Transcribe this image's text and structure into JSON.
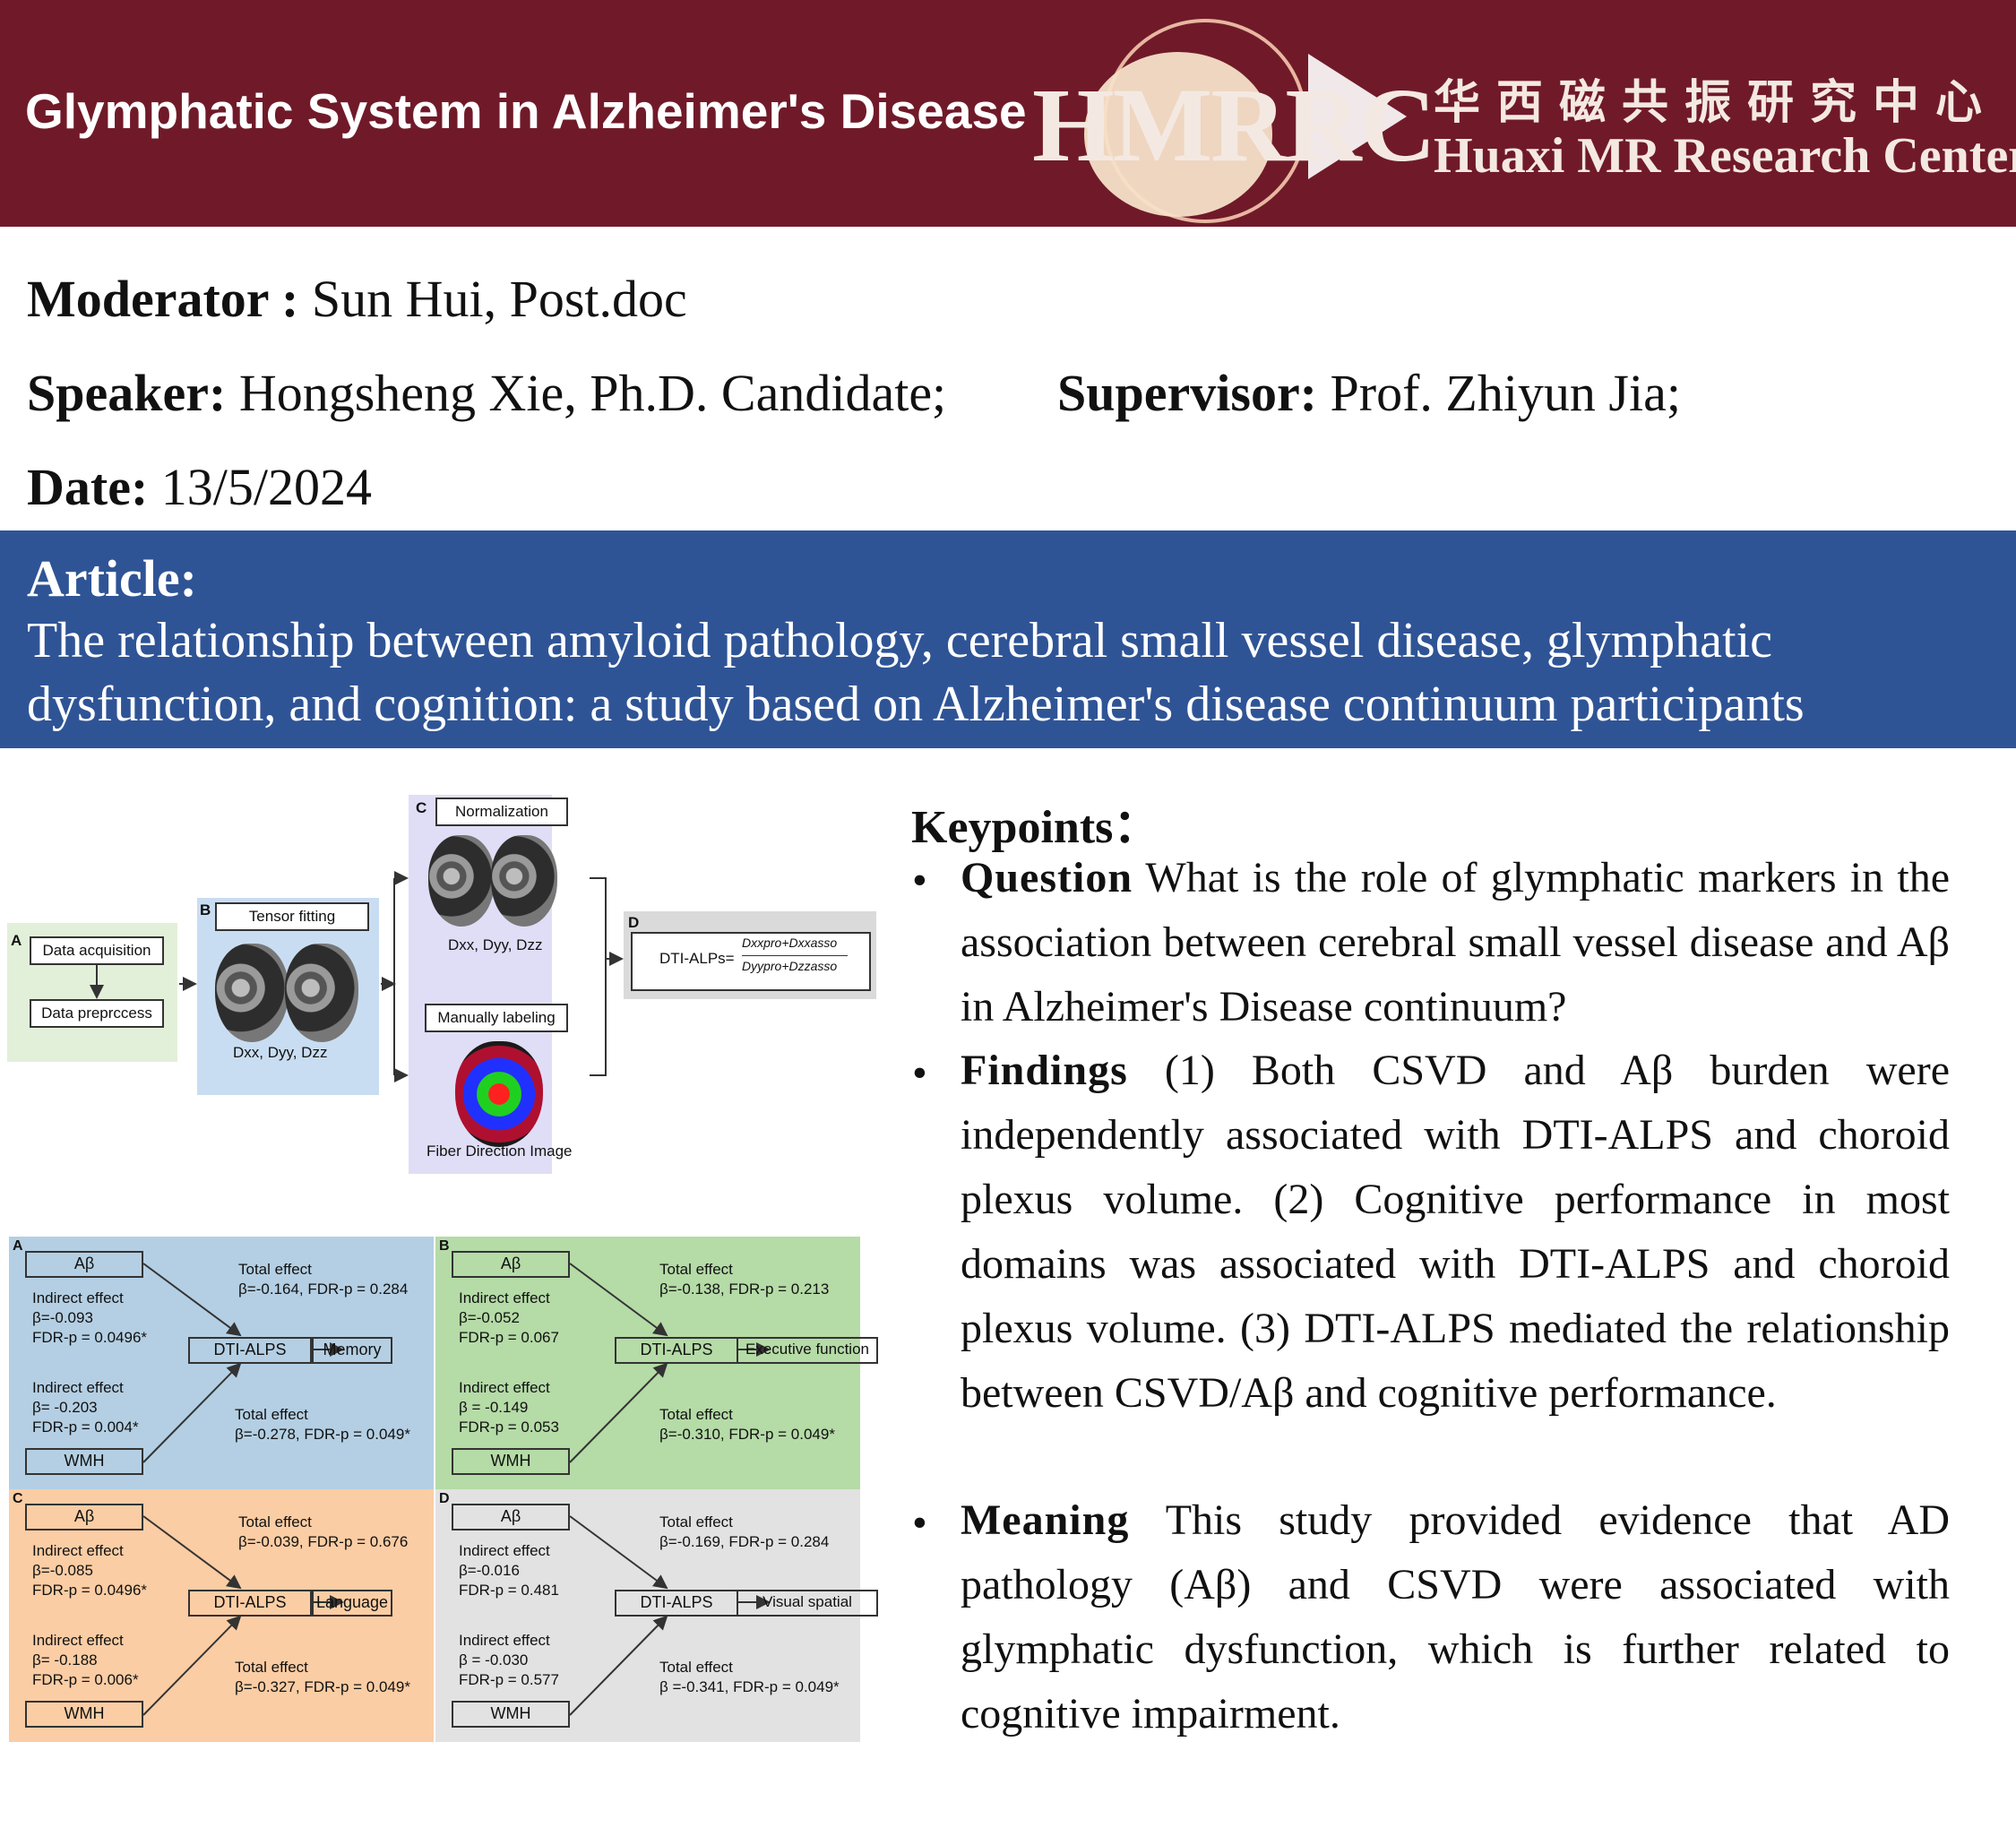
{
  "header": {
    "title": "Glymphatic System in Alzheimer's Disease",
    "logo_text": "HMRRC",
    "logo_cn": "华西磁共振研究中心",
    "logo_en": "Huaxi MR Research Center"
  },
  "info": {
    "moderator_label": "Moderator :",
    "moderator_value": " Sun Hui, Post.doc",
    "speaker_label": "Speaker:",
    "speaker_value": " Hongsheng Xie, Ph.D. Candidate;",
    "supervisor_label": "Supervisor:",
    "supervisor_value": " Prof. Zhiyun Jia;",
    "date_label": "Date:",
    "date_value": " 13/5/2024"
  },
  "article": {
    "label": "Article:",
    "title": "The relationship between amyloid pathology, cerebral small vessel disease, glymphatic dysfunction, and cognition: a study based on Alzheimer's disease continuum participants"
  },
  "pipeline": {
    "a_letter": "A",
    "b_letter": "B",
    "c_letter": "C",
    "d_letter": "D",
    "data_acquisition": "Data acquisition",
    "data_preprocess": "Data preprccess",
    "tensor_fitting": "Tensor fitting",
    "dxx_b": "Dxx, Dyy, Dzz",
    "normalization": "Normalization",
    "dxx_c": "Dxx, Dyy, Dzz",
    "manual_labeling": "Manually labeling",
    "fiber_direction": "Fiber Direction Image",
    "formula_lhs": "DTI-ALPs=",
    "formula_num": "Dxxpro+Dxxasso",
    "formula_den": "Dyypro+Dzzasso"
  },
  "mediation": [
    {
      "letter": "A",
      "color": "#b4cfe3",
      "top": "Aβ",
      "mediator": "DTI-ALPS",
      "outcome": "Memory",
      "bottom": "WMH",
      "ind1": "Indirect effect\nβ=-0.093\nFDR-p = 0.0496*",
      "ind2": "Indirect effect\nβ= -0.203\nFDR-p = 0.004*",
      "tot1": "Total effect\nβ=-0.164, FDR-p = 0.284",
      "tot2": "Total effect\nβ=-0.278, FDR-p = 0.049*"
    },
    {
      "letter": "B",
      "color": "#b5dba7",
      "top": "Aβ",
      "mediator": "DTI-ALPS",
      "outcome": "Executive function",
      "bottom": "WMH",
      "ind1": "Indirect effect\nβ=-0.052\nFDR-p = 0.067",
      "ind2": "Indirect effect\nβ = -0.149\nFDR-p = 0.053",
      "tot1": "Total effect\nβ=-0.138, FDR-p = 0.213",
      "tot2": "Total effect\nβ=-0.310, FDR-p = 0.049*"
    },
    {
      "letter": "C",
      "color": "#fbcda4",
      "top": "Aβ",
      "mediator": "DTI-ALPS",
      "outcome": "Language",
      "bottom": "WMH",
      "ind1": "Indirect effect\nβ=-0.085\nFDR-p = 0.0496*",
      "ind2": "Indirect effect\nβ= -0.188\nFDR-p = 0.006*",
      "tot1": "Total effect\nβ=-0.039, FDR-p = 0.676",
      "tot2": "Total effect\nβ=-0.327, FDR-p = 0.049*"
    },
    {
      "letter": "D",
      "color": "#e2e2e2",
      "top": "Aβ",
      "mediator": "DTI-ALPS",
      "outcome": "Visual spatial",
      "bottom": "WMH",
      "ind1": "Indirect effect\nβ=-0.016\nFDR-p = 0.481",
      "ind2": "Indirect effect\nβ = -0.030\nFDR-p = 0.577",
      "tot1": "Total effect\nβ=-0.169, FDR-p = 0.284",
      "tot2": "Total effect\nβ =-0.341, FDR-p = 0.049*"
    }
  ],
  "keypoints": {
    "title": "Keypoints：",
    "bullet": "•",
    "question_label": "Question",
    "question_text": " What is the role of glymphatic markers in the association between cerebral small vessel disease and Aβ in Alzheimer's Disease continuum?",
    "findings_label": "Findings",
    "findings_text": " (1) Both CSVD and Aβ burden were independently associated with DTI-ALPS and choroid plexus volume. (2) Cognitive performance in most domains was associated with DTI-ALPS and choroid plexus volume. (3) DTI-ALPS mediated the relationship between CSVD/Aβ and cognitive performance.",
    "meaning_label": "Meaning",
    "meaning_text": " This study provided evidence that AD pathology (Aβ) and CSVD were associated with glymphatic dysfunction, which is further related to cognitive impairment."
  }
}
